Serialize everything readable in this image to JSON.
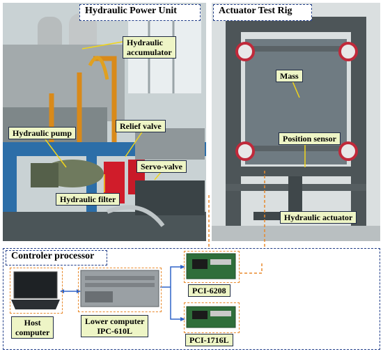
{
  "sections": {
    "hpu_title": "Hydraulic Power Unit",
    "rig_title": "Actuator Test Rig",
    "controller_title": "Controler processor"
  },
  "labels": {
    "accumulator": "Hydraulic\naccumulator",
    "relief_valve": "Relief valve",
    "hydraulic_pump": "Hydraulic pump",
    "servo_valve": "Servo-valve",
    "hydraulic_filter": "Hydraulic filter",
    "mass": "Mass",
    "position_sensor": "Position sensor",
    "hydraulic_actuator": "Hydraulic actuator",
    "host_computer": "Host\ncomputer",
    "lower_computer": "Lower computer\nIPC-610L",
    "pci6208": "PCI-6208",
    "pci1716l": "PCI-1716L"
  },
  "colors": {
    "label_fill": "#eef5c6",
    "label_border": "#1f2a44",
    "dash_blue": "#1f3c88",
    "dash_orange": "#e8892b",
    "arrow_blue": "#2f63c8",
    "leader_yellow": "#f1d51a"
  }
}
